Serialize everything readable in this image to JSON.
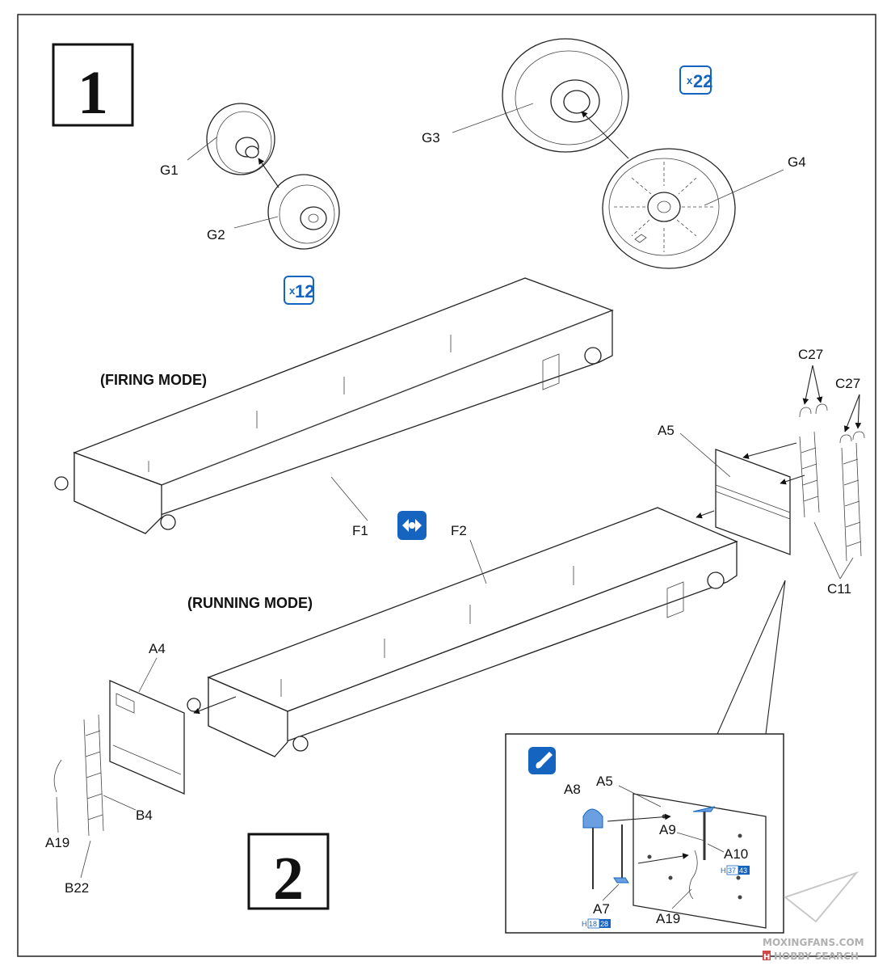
{
  "steps": {
    "step1": "1",
    "step2": "2"
  },
  "quantities": {
    "wheels_x22": "22",
    "wheels_x22_prefix": "x",
    "arms_x12": "12",
    "arms_x12_prefix": "x"
  },
  "modes": {
    "firing": "(FIRING MODE)",
    "running": "(RUNNING MODE)"
  },
  "labels": {
    "G1": "G1",
    "G2": "G2",
    "G3": "G3",
    "G4": "G4",
    "F1": "F1",
    "F2": "F2",
    "C27a": "C27",
    "C27b": "C27",
    "C11": "C11",
    "A5": "A5",
    "A4": "A4",
    "B4": "B4",
    "A19": "A19",
    "B22": "B22"
  },
  "detail": {
    "A8": "A8",
    "A5": "A5",
    "A9": "A9",
    "A10": "A10",
    "A7": "A7",
    "A19": "A19",
    "A10_ref": {
      "h": "H",
      "a": "37",
      "b": "43"
    },
    "A7_ref": {
      "h": "H",
      "a": "18",
      "b": "28"
    }
  },
  "icons": {
    "choose_option": "choose-option-icon",
    "paint": "paint-brush-icon"
  },
  "colors": {
    "accent": "#1565c0",
    "line": "#222222",
    "detail_part": "#6aa0e0"
  },
  "watermark": {
    "line1": "MOXINGFANS.COM",
    "line2_badge": "H",
    "line2": "HOBBY SEARCH"
  }
}
